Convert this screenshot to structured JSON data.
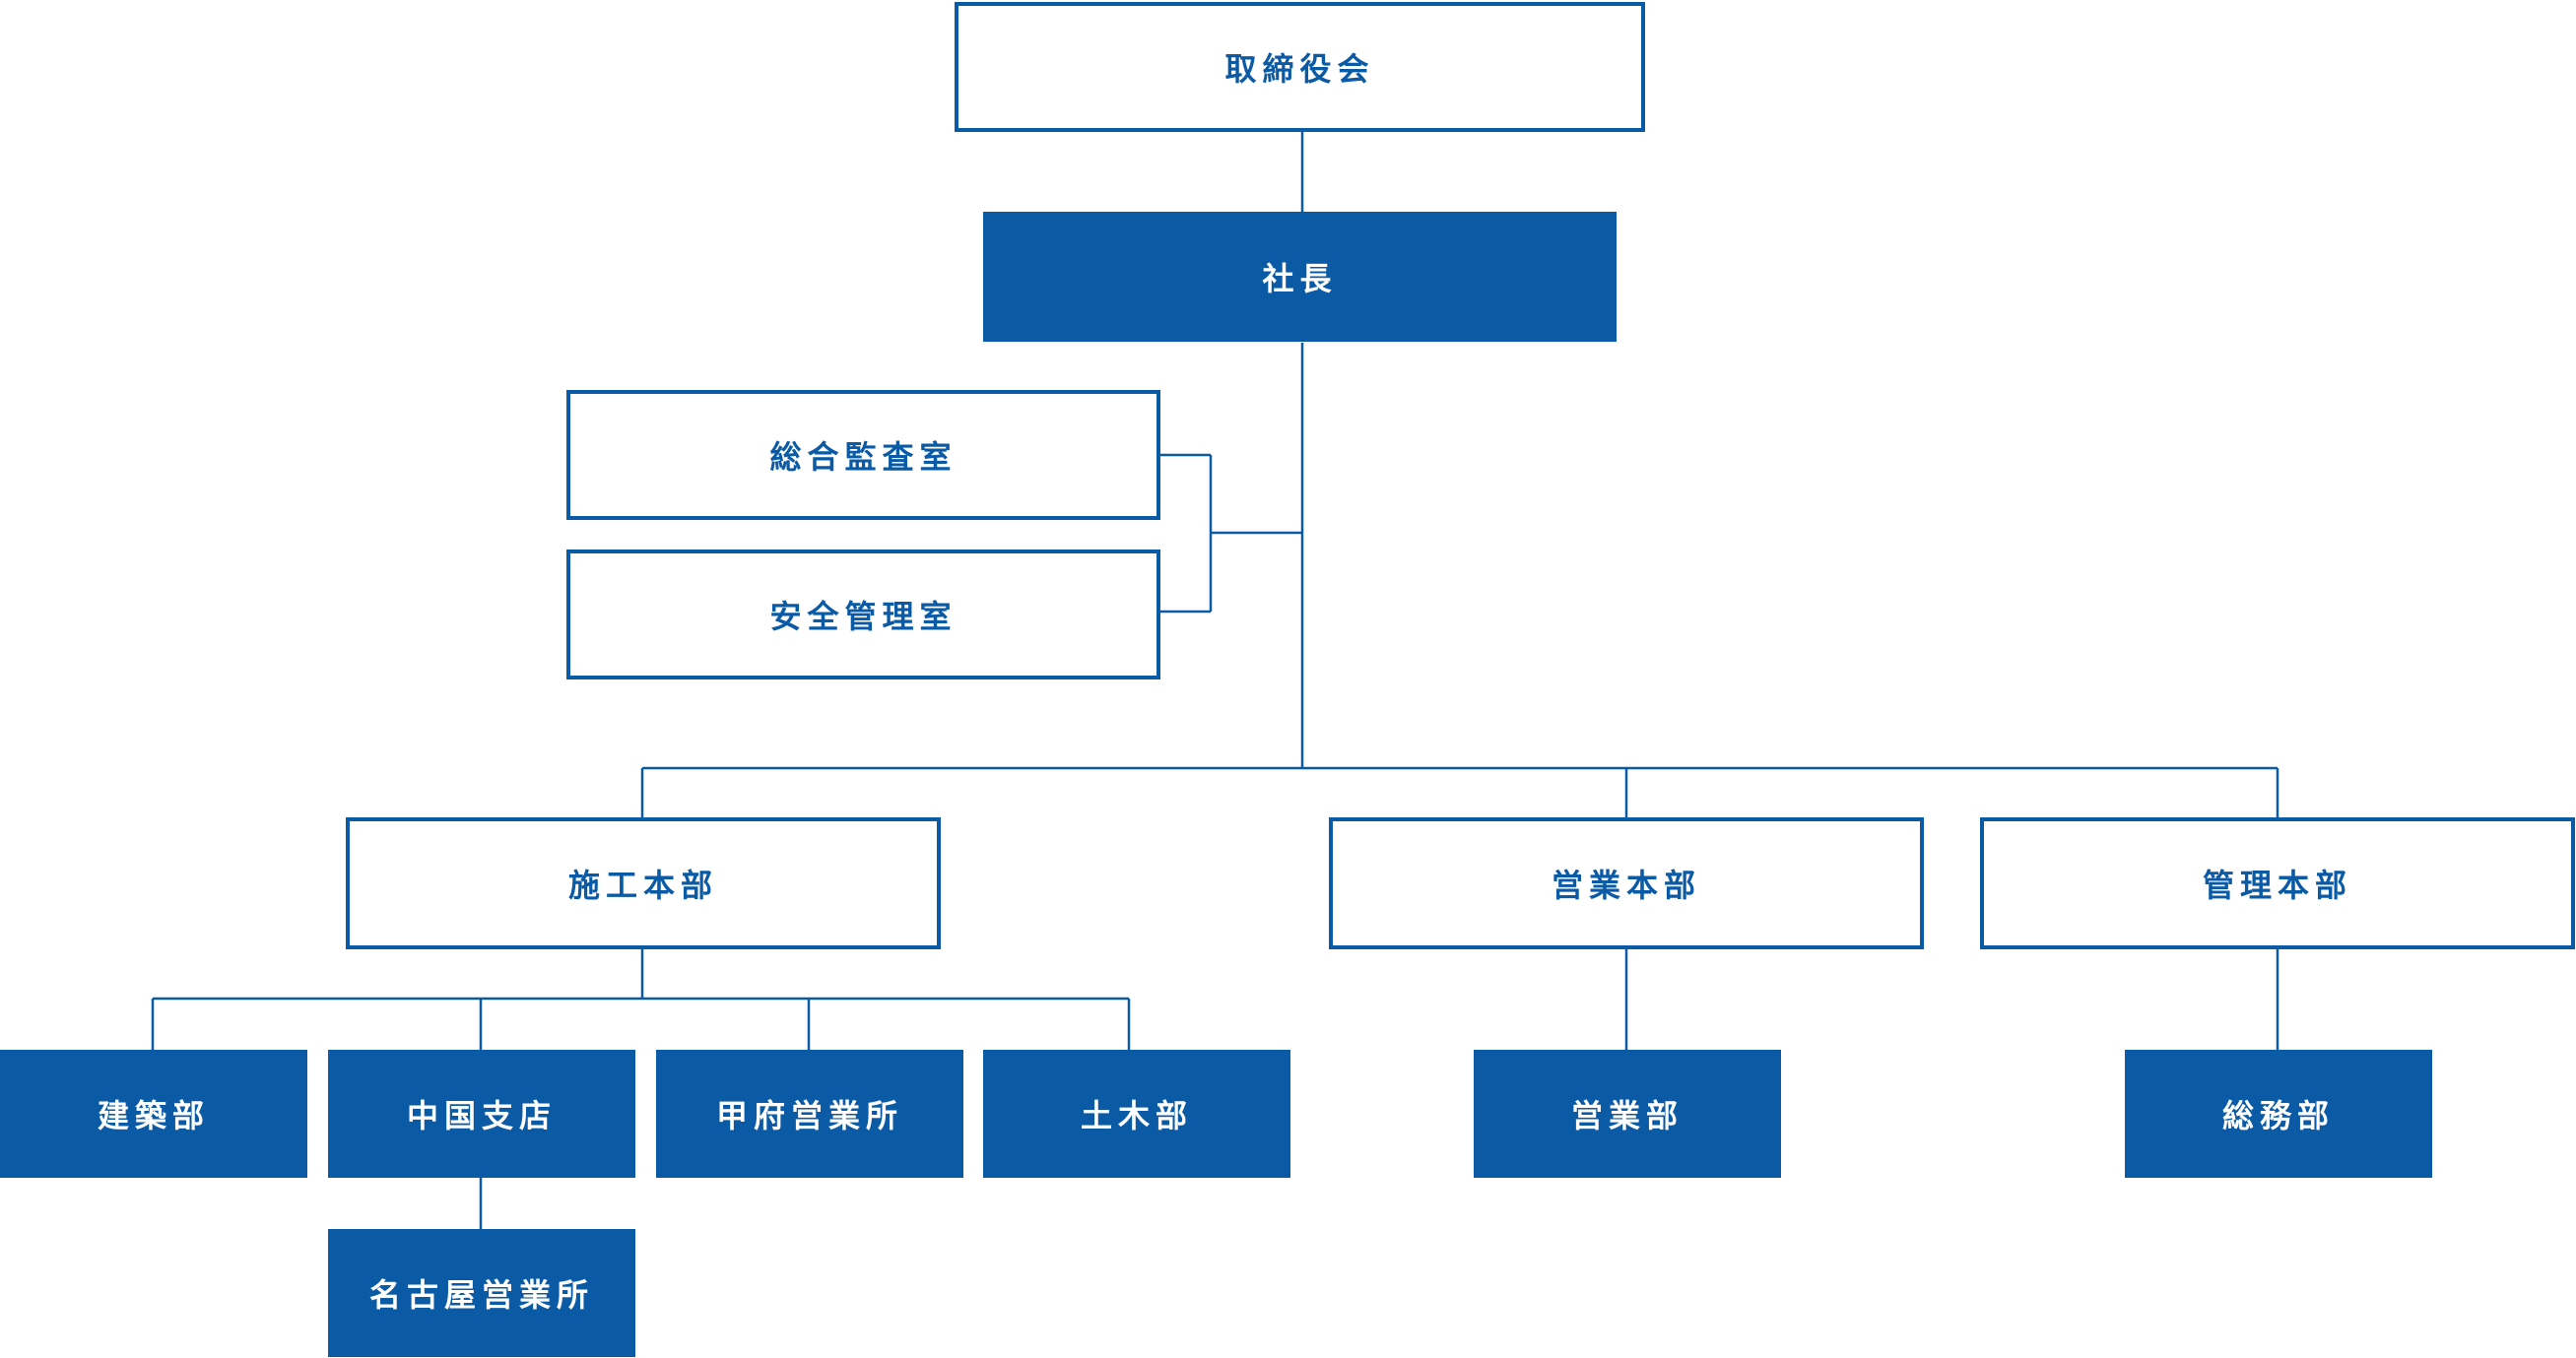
{
  "colors": {
    "primary": "#0b5aa6",
    "background": "#ffffff"
  },
  "org_chart": {
    "board": "取締役会",
    "president": "社長",
    "staff_offices": [
      "総合監査室",
      "安全管理室"
    ],
    "divisions": {
      "construction": "施工本部",
      "sales": "営業本部",
      "administration": "管理本部"
    },
    "departments": {
      "architecture": "建築部",
      "chugoku_branch": "中国支店",
      "kofu_office": "甲府営業所",
      "civil": "土木部",
      "sales_dept": "営業部",
      "general_affairs": "総務部",
      "nagoya_office": "名古屋営業所"
    }
  }
}
